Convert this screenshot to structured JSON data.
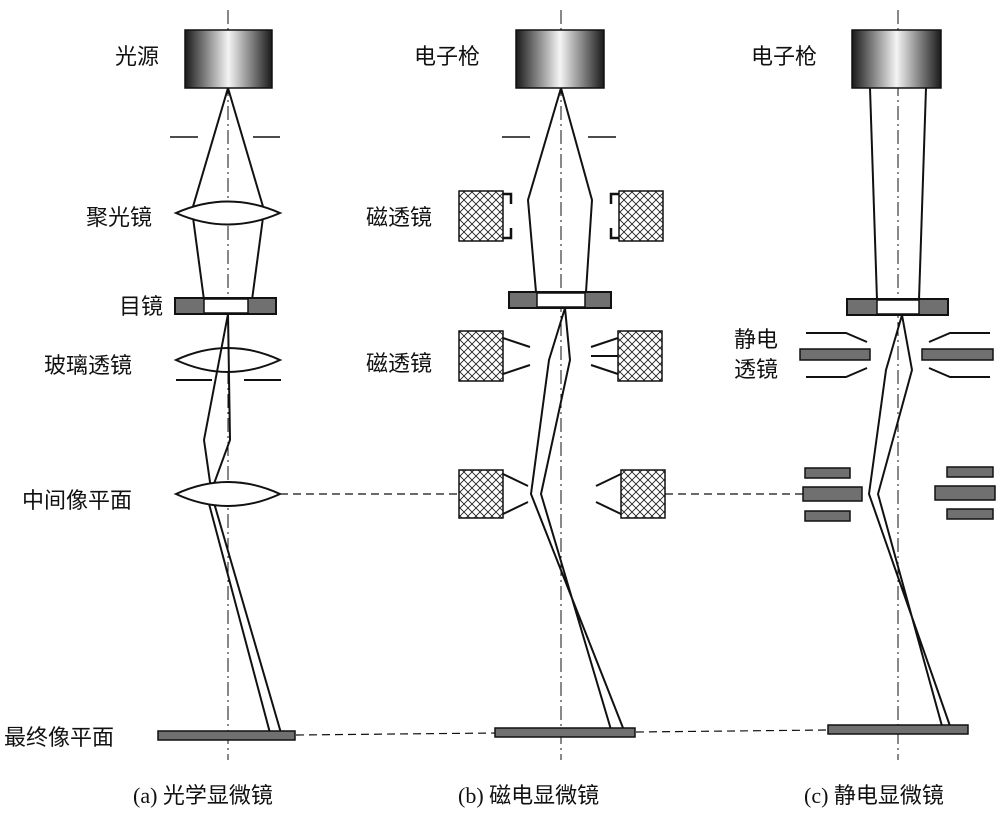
{
  "labels": {
    "optical": {
      "light_source": "光源",
      "condenser": "聚光镜",
      "objective": "目镜",
      "glass_lens": "玻璃透镜",
      "intermediate_plane": "中间像平面",
      "final_plane": "最终像平面"
    },
    "magnetic": {
      "electron_gun": "电子枪",
      "lens_1": "磁透镜",
      "lens_2": "磁透镜"
    },
    "electrostatic": {
      "electron_gun": "电子枪",
      "lens_line1": "静电",
      "lens_line2": "透镜"
    }
  },
  "captions": {
    "a_prefix": "(a)",
    "a_text": "光学显微镜",
    "b_prefix": "(b)",
    "b_text": "磁电显微镜",
    "c_prefix": "(c)",
    "c_text": "静电显微镜"
  },
  "colors": {
    "line": "#111111",
    "plate": "#707070",
    "coil_fill": "#f5f5f5"
  }
}
